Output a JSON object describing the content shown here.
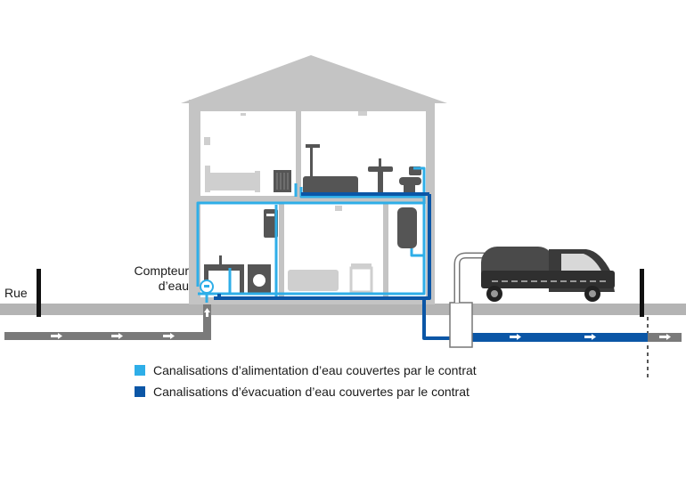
{
  "labels": {
    "street": "Rue",
    "meter_line1": "Compteur",
    "meter_line2": "d’eau"
  },
  "legend": [
    {
      "text": "Canalisations d’alimentation d’eau couvertes par le contrat",
      "color": "#2eaee8"
    },
    {
      "text": "Canalisations d’évacuation d’eau couvertes par le contrat",
      "color": "#0b56a6"
    }
  ],
  "colors": {
    "supply": "#2eaee8",
    "drain": "#0b56a6",
    "house": "#c4c4c4",
    "house_outline": "#cfcfcf",
    "ground": "#b4b4b4",
    "pipe_grey": "#7a7a7a",
    "truck": "#3a3a3a"
  }
}
